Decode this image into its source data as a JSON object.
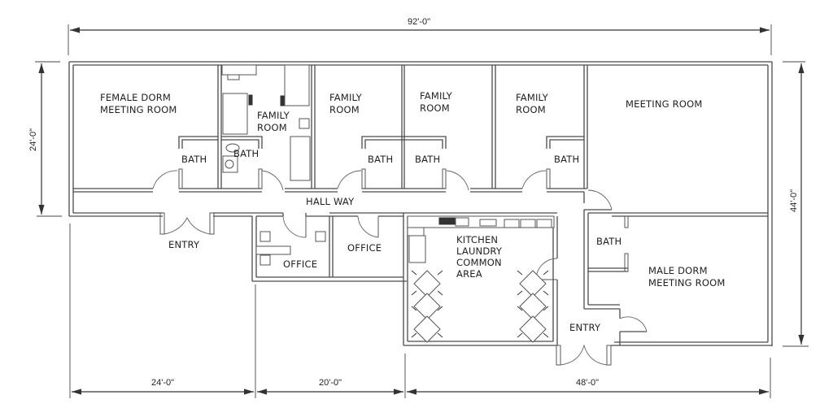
{
  "drawing": {
    "type": "floor-plan",
    "dimensions": {
      "overall_width": "92'-0\"",
      "left_height": "24'-0\"",
      "right_height": "44'-0\"",
      "bottom_segments": [
        "24'-0\"",
        "20'-0\"",
        "48'-0\""
      ]
    },
    "rooms": {
      "female_dorm": [
        "FEMALE DORM",
        "MEETING ROOM"
      ],
      "family_room_1": [
        "FAMILY",
        "ROOM"
      ],
      "family_room_2": [
        "FAMILY",
        "ROOM"
      ],
      "family_room_3": [
        "FAMILY",
        "ROOM"
      ],
      "family_room_4": [
        "FAMILY",
        "ROOM"
      ],
      "meeting_room": "MEETING ROOM",
      "bath_1": "BATH",
      "bath_2": "BATH",
      "bath_3": "BATH",
      "bath_4": "BATH",
      "bath_5": "BATH",
      "bath_6": "BATH",
      "hallway": "HALL WAY",
      "entry_west": "ENTRY",
      "entry_east": "ENTRY",
      "office_1": "OFFICE",
      "office_2": "OFFICE",
      "kitchen": [
        "KITCHEN",
        "LAUNDRY",
        "COMMON",
        "AREA"
      ],
      "male_dorm": [
        "MALE DORM",
        "MEETING ROOM"
      ]
    },
    "colors": {
      "line": "#4a4a4a",
      "background": "#ffffff",
      "text": "#222222"
    }
  }
}
